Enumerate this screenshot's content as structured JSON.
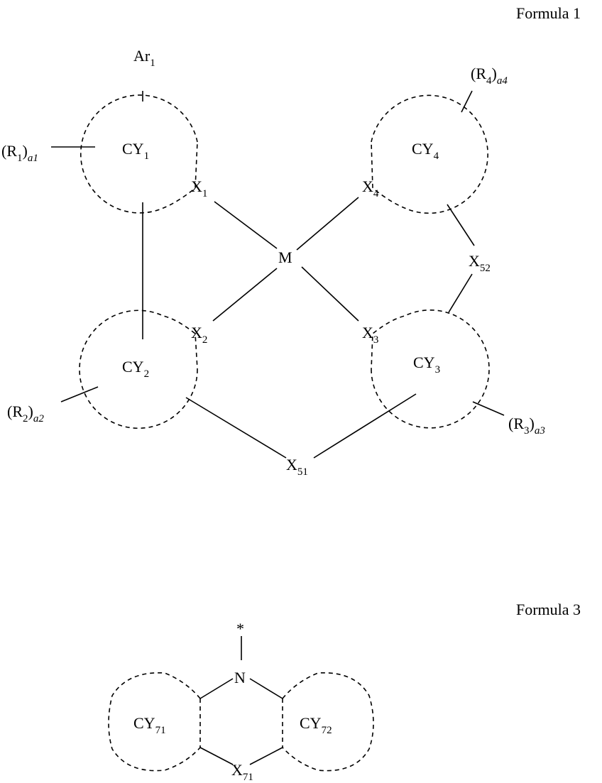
{
  "formula1": {
    "label": "Formula 1",
    "ar": {
      "base": "Ar",
      "sub": "1"
    },
    "r1": {
      "base": "(R",
      "sub": "1",
      "close": ")",
      "exp": "a1"
    },
    "r2": {
      "base": "(R",
      "sub": "2",
      "close": ")",
      "exp": "a2"
    },
    "r3": {
      "base": "(R",
      "sub": "3",
      "close": ")",
      "exp": "a3"
    },
    "r4": {
      "base": "(R",
      "sub": "4",
      "close": ")",
      "exp": "a4"
    },
    "cy1": {
      "base": "CY",
      "sub": "1"
    },
    "cy2": {
      "base": "CY",
      "sub": "2"
    },
    "cy3": {
      "base": "CY",
      "sub": "3"
    },
    "cy4": {
      "base": "CY",
      "sub": "4"
    },
    "x1": {
      "base": "X",
      "sub": "1"
    },
    "x2": {
      "base": "X",
      "sub": "2"
    },
    "x3": {
      "base": "X",
      "sub": "3"
    },
    "x4": {
      "base": "X",
      "sub": "4"
    },
    "x51": {
      "base": "X",
      "sub": "51"
    },
    "x52": {
      "base": "X",
      "sub": "52"
    },
    "metal": "M"
  },
  "formula3": {
    "label": "Formula 3",
    "star": "*",
    "n": "N",
    "cy71": {
      "base": "CY",
      "sub": "71"
    },
    "cy72": {
      "base": "CY",
      "sub": "72"
    },
    "x71": {
      "base": "X",
      "sub": "71"
    }
  }
}
